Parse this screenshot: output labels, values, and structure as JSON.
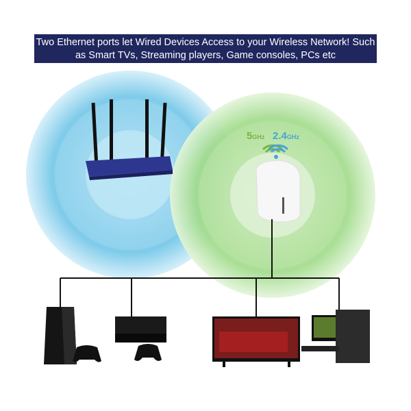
{
  "banner": {
    "text": "Two Ethernet ports let Wired Devices Access to your Wireless Network! Such as Smart TVs, Streaming players, Game consoles, PCs etc"
  },
  "bands": {
    "band_5": "5",
    "band_5_unit": "GHz",
    "band_24": "2.4",
    "band_24_unit": "GHz"
  },
  "colors": {
    "banner": "#20265e",
    "router_zone": "#4fb8e0",
    "extender_zone": "#8fd07a",
    "band_5": "#7cb342",
    "band_24": "#4aa3d8"
  },
  "devices": [
    "game-console-ps4",
    "game-console-xbox",
    "smart-tv",
    "desktop-pc"
  ]
}
